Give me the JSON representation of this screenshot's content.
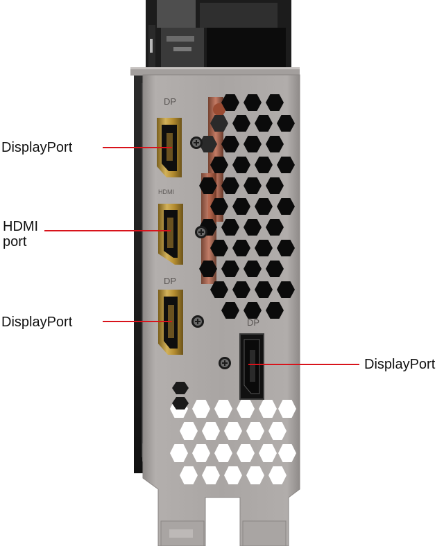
{
  "callouts": {
    "dp_top": "DisplayPort",
    "hdmi": "HDMI\nport",
    "dp_middle": "DisplayPort",
    "dp_right": "DisplayPort"
  },
  "bracket_marks": {
    "dp_top": "DP",
    "hdmi": "HDMI",
    "dp_middle": "DP",
    "dp_right": "DP"
  },
  "colors": {
    "callout_line": "#d8131b",
    "bracket": "#a7a3a1",
    "port_gold": "#b99434",
    "port_black": "#0d0d0d"
  }
}
